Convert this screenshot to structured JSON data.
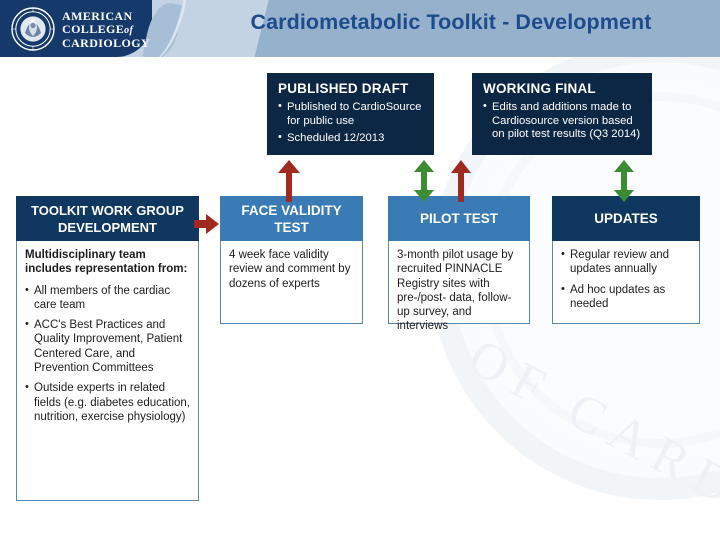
{
  "brand": {
    "logo_icon": "acc-seal-icon",
    "wordmark_line1": "AMERICAN",
    "wordmark_line2a": "COLLEGE",
    "wordmark_line2b": "of",
    "wordmark_line3": "CARDIOLOGY",
    "navy": "#15396b",
    "band": "#96b1cc",
    "title_color": "#1d4b8c"
  },
  "header": {
    "title": "Cardiometabolic Toolkit - Development"
  },
  "watermark": {
    "text": "OF CARD"
  },
  "diagram": {
    "top_boxes": [
      {
        "id": "published-draft",
        "title": "PUBLISHED DRAFT",
        "bullets": [
          "Published to CardioSource for public use",
          "Scheduled 12/2013"
        ]
      },
      {
        "id": "working-final",
        "title": "WORKING FINAL",
        "bullets": [
          "Edits and additions made to Cardiosource version based on pilot test results (Q3 2014)"
        ]
      }
    ],
    "stages": [
      {
        "id": "toolkit-work-group-development",
        "title": "TOOLKIT WORK GROUP DEVELOPMENT",
        "header_color": "#10375f",
        "lead": "Multidisciplinary team includes representation from:",
        "bullets": [
          "All members of the cardiac care team",
          "ACC's Best Practices and Quality Improvement, Patient Centered Care, and Prevention Committees",
          "Outside experts in related fields (e.g. diabetes education, nutrition, exercise physiology)"
        ]
      },
      {
        "id": "face-validity-test",
        "title": "FACE VALIDITY TEST",
        "header_color": "#3a7ab5",
        "paragraph": "4 week face validity review and comment by dozens of experts"
      },
      {
        "id": "pilot-test",
        "title": "PILOT TEST",
        "header_color": "#3a7ab5",
        "paragraph": "3-month pilot usage by recruited PINNACLE Registry sites with pre-/post- data, follow-up survey, and interviews"
      },
      {
        "id": "updates",
        "title": "UPDATES",
        "header_color": "#10375f",
        "bullets": [
          "Regular review and updates annually",
          "Ad hoc updates as needed"
        ]
      }
    ],
    "arrows": [
      {
        "id": "flow-right-arrow",
        "kind": "right",
        "color": "#9e2a21"
      },
      {
        "id": "face-validity-up-arrow",
        "kind": "up",
        "color": "#9e2a21"
      },
      {
        "id": "published-draft-sync-arrow",
        "kind": "updown",
        "color": "#3c8c31"
      },
      {
        "id": "pilot-test-up-arrow",
        "kind": "up",
        "color": "#9e2a21"
      },
      {
        "id": "working-final-sync-arrow",
        "kind": "updown",
        "color": "#3c8c31"
      }
    ],
    "colors": {
      "navy": "#10375f",
      "mid_blue": "#3a7ab5",
      "top_box": "#0c2744",
      "red_arrow": "#9e2a21",
      "green_arrow": "#3c8c31",
      "card_border": "#5a87ad"
    }
  }
}
